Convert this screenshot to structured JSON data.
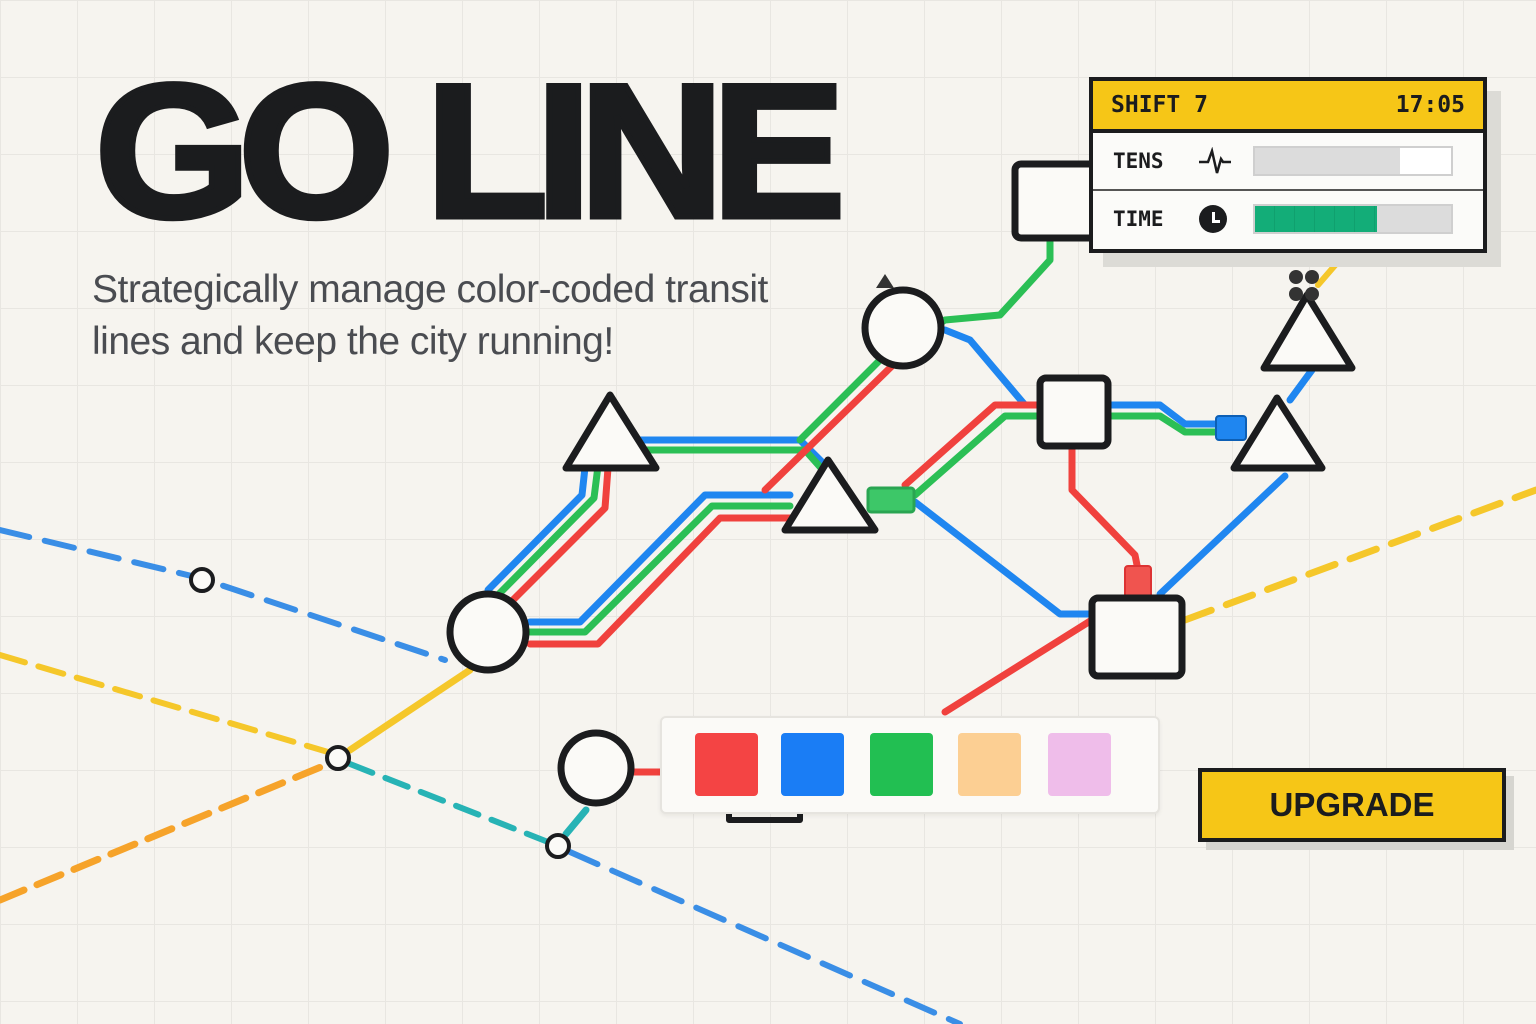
{
  "title": "GO LINE",
  "subtitle": "Strategically manage color-coded transit lines and keep the city running!",
  "hud": {
    "shift_label": "SHIFT 7",
    "clock": "17:05",
    "tension_label": "TENS",
    "tension_icon": "heartbeat-icon",
    "tension_fill": 0.74,
    "time_label": "TIME",
    "time_icon": "clock-icon",
    "time_fill": 0.62
  },
  "palette": {
    "swatches": [
      {
        "name": "red",
        "color": "#f44444",
        "locked": false
      },
      {
        "name": "blue",
        "color": "#1a7df5",
        "locked": false
      },
      {
        "name": "green",
        "color": "#22bf52",
        "locked": false
      },
      {
        "name": "orange",
        "color": "#fccf93",
        "locked": true
      },
      {
        "name": "pink",
        "color": "#efbdea",
        "locked": true
      }
    ]
  },
  "upgrade_label": "UPGRADE",
  "colors": {
    "red": "#f0413d",
    "blue": "#1f86f0",
    "green": "#2bbf55",
    "yellow": "#f5c72a",
    "orange": "#f6a32a",
    "teal": "#27b3b5",
    "ink": "#1b1c1e",
    "hud_yellow": "#f6c617",
    "time_green": "#13ad78"
  }
}
